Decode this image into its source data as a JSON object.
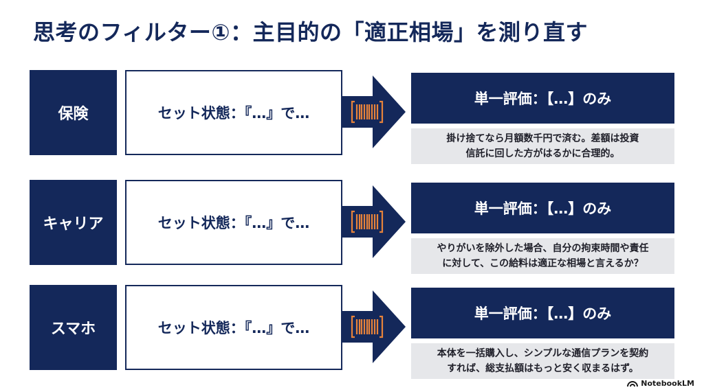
{
  "title": "思考のフィルター①：主目的の「適正相場」を測り直す",
  "rows": [
    {
      "category": "保険",
      "set_text": "セット状態：『…』で…",
      "single_text": "単一評価：【…】のみ",
      "desc_line1": "掛け捨てなら月額数千円で済む。差額は投資",
      "desc_line2": "信託に回した方がはるかに合理的。"
    },
    {
      "category": "キャリア",
      "set_text": "セット状態：『…』で…",
      "single_text": "単一評価：【…】のみ",
      "desc_line1": "やりがいを除外した場合、自分の拘束時間や責任",
      "desc_line2": "に対して、この給料は適正な相場と言えるか？"
    },
    {
      "category": "スマホ",
      "set_text": "セット状態：『…』で…",
      "single_text": "単一評価：【…】のみ",
      "desc_line1": "本体を一括購入し、シンプルな通信プランを契約",
      "desc_line2": "すれば、総支払額はもっと安く収まるはず。"
    }
  ],
  "badge": {
    "label": "NotebookLM",
    "icon": "notebooklm-logo-icon"
  },
  "colors": {
    "navy": "#14285a",
    "accent": "#e8833a",
    "desc_bg": "#e6e7ea"
  },
  "icons": {
    "arrow": "right-arrow-icon",
    "barcode": "barcode-icon"
  }
}
